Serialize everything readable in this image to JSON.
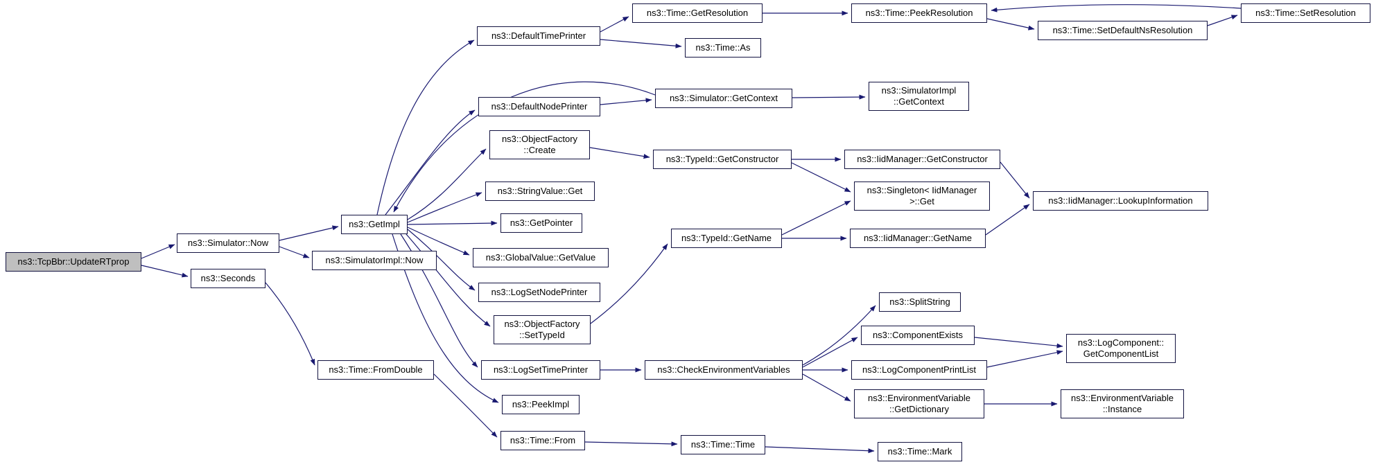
{
  "diagram": {
    "type": "call-graph",
    "root": "ns3::TcpBbr::UpdateRTprop",
    "colors": {
      "edge": "#191970",
      "node_border": "#121240",
      "node_fill": "#ffffff",
      "root_fill": "#bfbfbf",
      "text": "#000000",
      "background": "#ffffff"
    },
    "nodes": {
      "update_rtprop": {
        "label": "ns3::TcpBbr::UpdateRTprop"
      },
      "simulator_now": {
        "label": "ns3::Simulator::Now"
      },
      "seconds": {
        "label": "ns3::Seconds"
      },
      "get_impl": {
        "label": "ns3::GetImpl"
      },
      "simulator_impl_now": {
        "label": "ns3::SimulatorImpl::Now"
      },
      "time_from_double": {
        "label": "ns3::Time::FromDouble"
      },
      "default_time_printer": {
        "label": "ns3::DefaultTimePrinter"
      },
      "time_get_resolution": {
        "label": "ns3::Time::GetResolution"
      },
      "time_as": {
        "label": "ns3::Time::As"
      },
      "time_peek_resolution": {
        "label": "ns3::Time::PeekResolution"
      },
      "time_set_default_ns_resolution": {
        "label": "ns3::Time::SetDefaultNsResolution"
      },
      "time_set_resolution": {
        "label": "ns3::Time::SetResolution"
      },
      "default_node_printer": {
        "label": "ns3::DefaultNodePrinter"
      },
      "simulator_get_context": {
        "label": "ns3::Simulator::GetContext"
      },
      "simulator_impl_get_context": {
        "label": "ns3::SimulatorImpl\n::GetContext"
      },
      "object_factory_create": {
        "label": "ns3::ObjectFactory\n::Create"
      },
      "type_id_get_constructor": {
        "label": "ns3::TypeId::GetConstructor"
      },
      "iid_manager_get_constructor": {
        "label": "ns3::IidManager::GetConstructor"
      },
      "string_value_get": {
        "label": "ns3::StringValue::Get"
      },
      "singleton_iid_manager_get": {
        "label": "ns3::Singleton< IidManager\n>::Get"
      },
      "iid_manager_lookup_information": {
        "label": "ns3::IidManager::LookupInformation"
      },
      "get_pointer": {
        "label": "ns3::GetPointer"
      },
      "type_id_get_name": {
        "label": "ns3::TypeId::GetName"
      },
      "iid_manager_get_name": {
        "label": "ns3::IidManager::GetName"
      },
      "global_value_get_value": {
        "label": "ns3::GlobalValue::GetValue"
      },
      "log_set_node_printer": {
        "label": "ns3::LogSetNodePrinter"
      },
      "object_factory_set_type_id": {
        "label": "ns3::ObjectFactory\n::SetTypeId"
      },
      "log_set_time_printer": {
        "label": "ns3::LogSetTimePrinter"
      },
      "check_environment_variables": {
        "label": "ns3::CheckEnvironmentVariables"
      },
      "split_string": {
        "label": "ns3::SplitString"
      },
      "component_exists": {
        "label": "ns3::ComponentExists"
      },
      "log_component_get_component_list": {
        "label": "ns3::LogComponent::\nGetComponentList"
      },
      "log_component_print_list": {
        "label": "ns3::LogComponentPrintList"
      },
      "environment_variable_get_dictionary": {
        "label": "ns3::EnvironmentVariable\n::GetDictionary"
      },
      "environment_variable_instance": {
        "label": "ns3::EnvironmentVariable\n::Instance"
      },
      "peek_impl": {
        "label": "ns3::PeekImpl"
      },
      "time_from": {
        "label": "ns3::Time::From"
      },
      "time_time": {
        "label": "ns3::Time::Time"
      },
      "time_mark": {
        "label": "ns3::Time::Mark"
      }
    },
    "edges": [
      {
        "from": "update_rtprop",
        "to": "simulator_now"
      },
      {
        "from": "update_rtprop",
        "to": "seconds"
      },
      {
        "from": "simulator_now",
        "to": "get_impl"
      },
      {
        "from": "simulator_now",
        "to": "simulator_impl_now"
      },
      {
        "from": "seconds",
        "to": "time_from_double"
      },
      {
        "from": "get_impl",
        "to": "default_time_printer"
      },
      {
        "from": "get_impl",
        "to": "default_node_printer"
      },
      {
        "from": "get_impl",
        "to": "object_factory_create"
      },
      {
        "from": "get_impl",
        "to": "string_value_get"
      },
      {
        "from": "get_impl",
        "to": "get_pointer"
      },
      {
        "from": "get_impl",
        "to": "global_value_get_value"
      },
      {
        "from": "get_impl",
        "to": "log_set_node_printer"
      },
      {
        "from": "get_impl",
        "to": "object_factory_set_type_id"
      },
      {
        "from": "get_impl",
        "to": "log_set_time_printer"
      },
      {
        "from": "get_impl",
        "to": "peek_impl"
      },
      {
        "from": "simulator_get_context",
        "to": "get_impl"
      },
      {
        "from": "default_time_printer",
        "to": "time_get_resolution"
      },
      {
        "from": "default_time_printer",
        "to": "time_as"
      },
      {
        "from": "time_get_resolution",
        "to": "time_peek_resolution"
      },
      {
        "from": "time_peek_resolution",
        "to": "time_set_default_ns_resolution"
      },
      {
        "from": "time_set_default_ns_resolution",
        "to": "time_set_resolution"
      },
      {
        "from": "time_set_resolution",
        "to": "time_peek_resolution"
      },
      {
        "from": "default_node_printer",
        "to": "simulator_get_context"
      },
      {
        "from": "simulator_get_context",
        "to": "simulator_impl_get_context"
      },
      {
        "from": "object_factory_create",
        "to": "type_id_get_constructor"
      },
      {
        "from": "type_id_get_constructor",
        "to": "iid_manager_get_constructor"
      },
      {
        "from": "type_id_get_constructor",
        "to": "singleton_iid_manager_get"
      },
      {
        "from": "iid_manager_get_constructor",
        "to": "iid_manager_lookup_information"
      },
      {
        "from": "type_id_get_name",
        "to": "iid_manager_get_name"
      },
      {
        "from": "type_id_get_name",
        "to": "singleton_iid_manager_get"
      },
      {
        "from": "iid_manager_get_name",
        "to": "iid_manager_lookup_information"
      },
      {
        "from": "object_factory_set_type_id",
        "to": "type_id_get_name"
      },
      {
        "from": "log_set_time_printer",
        "to": "check_environment_variables"
      },
      {
        "from": "check_environment_variables",
        "to": "split_string"
      },
      {
        "from": "check_environment_variables",
        "to": "component_exists"
      },
      {
        "from": "check_environment_variables",
        "to": "log_component_print_list"
      },
      {
        "from": "check_environment_variables",
        "to": "environment_variable_get_dictionary"
      },
      {
        "from": "component_exists",
        "to": "log_component_get_component_list"
      },
      {
        "from": "log_component_print_list",
        "to": "log_component_get_component_list"
      },
      {
        "from": "environment_variable_get_dictionary",
        "to": "environment_variable_instance"
      },
      {
        "from": "time_from_double",
        "to": "time_from"
      },
      {
        "from": "time_from",
        "to": "time_time"
      },
      {
        "from": "time_time",
        "to": "time_mark"
      }
    ]
  }
}
